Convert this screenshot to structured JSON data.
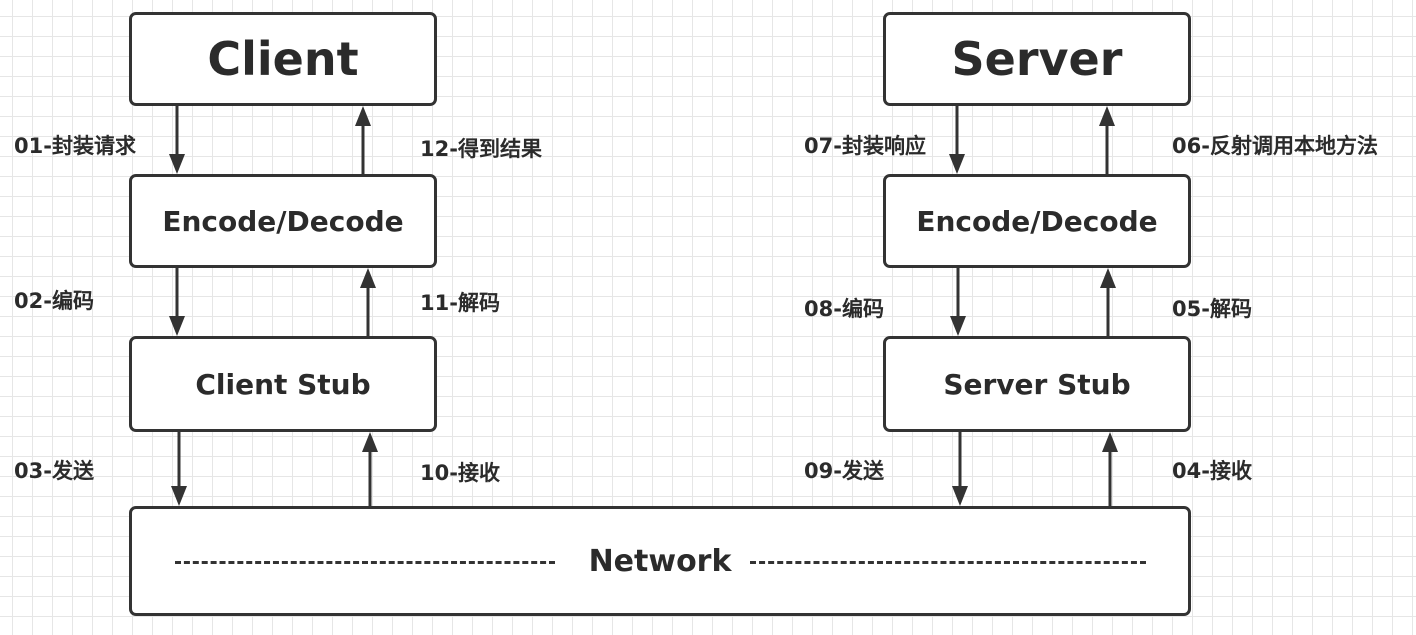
{
  "client_side": {
    "title": "Client",
    "codec": "Encode/Decode",
    "stub": "Client Stub",
    "steps": {
      "s01": "01-封装请求",
      "s02": "02-编码",
      "s03": "03-发送",
      "s10": "10-接收",
      "s11": "11-解码",
      "s12": "12-得到结果"
    }
  },
  "server_side": {
    "title": "Server",
    "codec": "Encode/Decode",
    "stub": "Server Stub",
    "steps": {
      "s04": "04-接收",
      "s05": "05-解码",
      "s06": "06-反射调用本地方法",
      "s07": "07-封装响应",
      "s08": "08-编码",
      "s09": "09-发送"
    }
  },
  "network": {
    "label": "Network"
  }
}
